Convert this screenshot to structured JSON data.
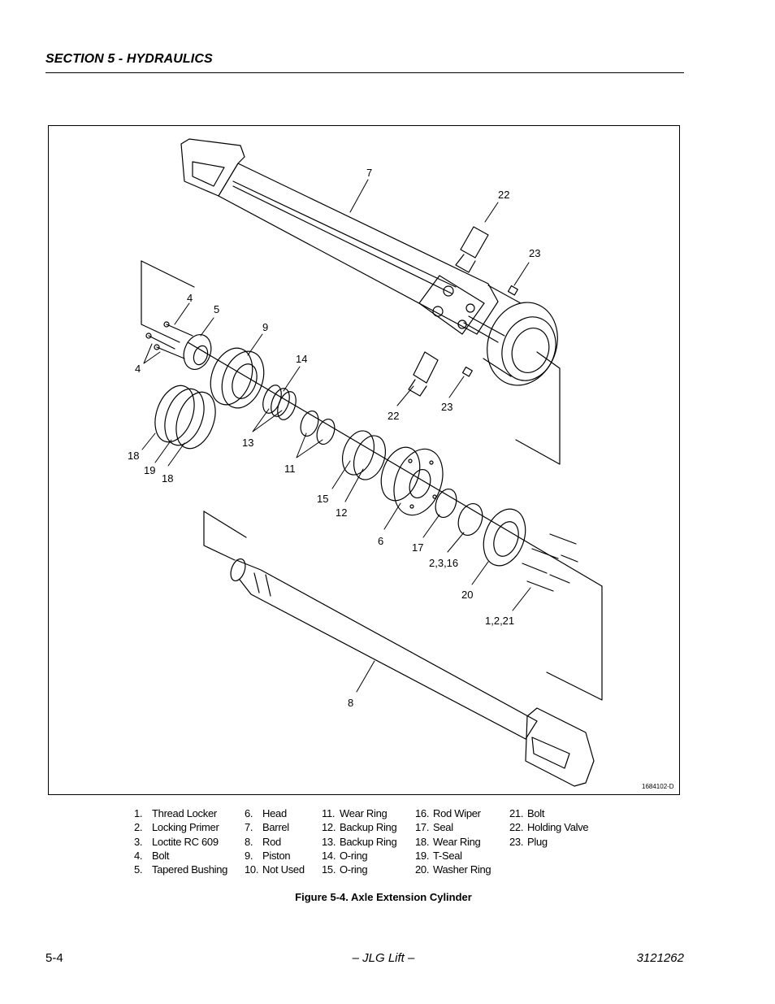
{
  "header": {
    "section_title": "SECTION 5 - HYDRAULICS"
  },
  "figure": {
    "callouts": {
      "c7": "7",
      "c22a": "22",
      "c23a": "23",
      "c4a": "4",
      "c5": "5",
      "c9": "9",
      "c14": "14",
      "c4b": "4",
      "c22b": "22",
      "c23b": "23",
      "c13": "13",
      "c18a": "18",
      "c19": "19",
      "c18b": "18",
      "c11": "11",
      "c15": "15",
      "c12": "12",
      "c6": "6",
      "c17": "17",
      "c2316": "2,3,16",
      "c20": "20",
      "c1221": "1,2,21",
      "c8": "8"
    },
    "drawing_number": "1684102-D",
    "caption": "Figure 5-4.  Axle Extension Cylinder"
  },
  "parts_list": {
    "columns": [
      [
        {
          "num": "1.",
          "label": "Thread Locker"
        },
        {
          "num": "2.",
          "label": "Locking Primer"
        },
        {
          "num": "3.",
          "label": "Loctite RC 609"
        },
        {
          "num": "4.",
          "label": "Bolt"
        },
        {
          "num": "5.",
          "label": "Tapered Bushing"
        }
      ],
      [
        {
          "num": "6.",
          "label": "Head"
        },
        {
          "num": "7.",
          "label": "Barrel"
        },
        {
          "num": "8.",
          "label": "Rod"
        },
        {
          "num": "9.",
          "label": "Piston"
        },
        {
          "num": "10.",
          "label": "Not Used"
        }
      ],
      [
        {
          "num": "11.",
          "label": "Wear Ring"
        },
        {
          "num": "12.",
          "label": "Backup Ring"
        },
        {
          "num": "13.",
          "label": "Backup Ring"
        },
        {
          "num": "14.",
          "label": "O-ring"
        },
        {
          "num": "15.",
          "label": "O-ring"
        }
      ],
      [
        {
          "num": "16.",
          "label": "Rod Wiper"
        },
        {
          "num": "17.",
          "label": "Seal"
        },
        {
          "num": "18.",
          "label": "Wear Ring"
        },
        {
          "num": "19.",
          "label": "T-Seal"
        },
        {
          "num": "20.",
          "label": "Washer Ring"
        }
      ],
      [
        {
          "num": "21.",
          "label": "Bolt"
        },
        {
          "num": "22.",
          "label": "Holding Valve"
        },
        {
          "num": "23.",
          "label": "Plug"
        }
      ]
    ]
  },
  "footer": {
    "page_number": "5-4",
    "center": "– JLG Lift –",
    "doc_number": "3121262"
  }
}
